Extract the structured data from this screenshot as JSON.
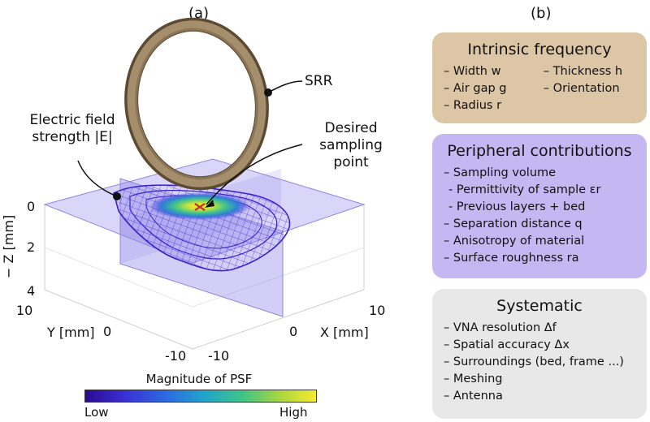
{
  "panel_a": {
    "label": "(a)",
    "srr_label": "SRR",
    "efield_label_line1": "Electric field",
    "efield_label_line2": "strength |E|",
    "desired_line1": "Desired",
    "desired_line2": "sampling",
    "desired_line3": "point",
    "z_axis_label": "− Z [mm]",
    "z_ticks": [
      "0",
      "2",
      "4"
    ],
    "y_axis_label": "Y [mm]",
    "y_ticks": [
      "10",
      "0",
      "-10"
    ],
    "x_axis_label": "X [mm]",
    "x_ticks": [
      "10",
      "0",
      "-10"
    ],
    "colorbar_title": "Magnitude of PSF",
    "colorbar_low": "Low",
    "colorbar_high": "High",
    "colors": {
      "plane": "#8f86e8",
      "mesh": "#3a1fd0",
      "srr_outer": "#6e5a40",
      "srr_inner": "#a58e6c",
      "marker": "#c0392b"
    }
  },
  "panel_b": {
    "label": "(b)",
    "intrinsic": {
      "title": "Intrinsic frequency",
      "col1": [
        "– Width w",
        "– Air gap g",
        "– Radius r"
      ],
      "col2": [
        "– Thickness h",
        "– Orientation"
      ]
    },
    "peripheral": {
      "title": "Peripheral contributions",
      "items": [
        "– Sampling volume",
        " - Permittivity of sample εr",
        " - Previous layers + bed",
        "– Separation distance q",
        "– Anisotropy of material",
        "– Surface roughness ra"
      ]
    },
    "systematic": {
      "title": "Systematic",
      "items": [
        "– VNA resolution Δf",
        "– Spatial accuracy Δx",
        "– Surroundings (bed, frame ...)",
        "– Meshing",
        "– Antenna"
      ]
    },
    "colors": {
      "intrinsic_bg": "#dcc6a6",
      "peripheral_bg": "#c5b8f2",
      "systematic_bg": "#e8e8e8"
    }
  }
}
